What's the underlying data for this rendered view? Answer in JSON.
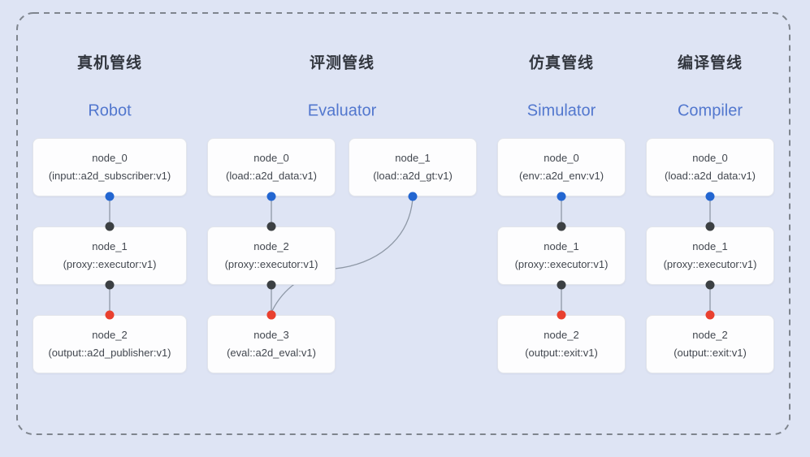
{
  "diagram": {
    "pipelines": [
      {
        "id": "robot",
        "title_zh": "真机管线",
        "title_en": "Robot",
        "nodes": [
          {
            "name": "node_0",
            "type": "(input::a2d_subscriber:v1)"
          },
          {
            "name": "node_1",
            "type": "(proxy::executor:v1)"
          },
          {
            "name": "node_2",
            "type": "(output::a2d_publisher:v1)"
          }
        ],
        "edges": [
          {
            "from": 0,
            "to": 1,
            "from_dot": "blue",
            "to_dot": "black",
            "curved": false
          },
          {
            "from": 1,
            "to": 2,
            "from_dot": "black",
            "to_dot": "red",
            "curved": false
          }
        ]
      },
      {
        "id": "evaluator",
        "title_zh": "评测管线",
        "title_en": "Evaluator",
        "nodes": [
          {
            "name": "node_0",
            "type": "(load::a2d_data:v1)"
          },
          {
            "name": "node_1",
            "type": "(load::a2d_gt:v1)"
          },
          {
            "name": "node_2",
            "type": "(proxy::executor:v1)"
          },
          {
            "name": "node_3",
            "type": "(eval::a2d_eval:v1)"
          }
        ],
        "edges": [
          {
            "from": 0,
            "to": 2,
            "from_dot": "blue",
            "to_dot": "black",
            "curved": false
          },
          {
            "from": 2,
            "to": 3,
            "from_dot": "black",
            "to_dot": "red",
            "curved": false
          },
          {
            "from": 1,
            "to": 3,
            "from_dot": "blue",
            "to_dot": "red",
            "curved": true
          }
        ]
      },
      {
        "id": "simulator",
        "title_zh": "仿真管线",
        "title_en": "Simulator",
        "nodes": [
          {
            "name": "node_0",
            "type": "(env::a2d_env:v1)"
          },
          {
            "name": "node_1",
            "type": "(proxy::executor:v1)"
          },
          {
            "name": "node_2",
            "type": "(output::exit:v1)"
          }
        ],
        "edges": [
          {
            "from": 0,
            "to": 1,
            "from_dot": "blue",
            "to_dot": "black",
            "curved": false
          },
          {
            "from": 1,
            "to": 2,
            "from_dot": "black",
            "to_dot": "red",
            "curved": false
          }
        ]
      },
      {
        "id": "compiler",
        "title_zh": "编译管线",
        "title_en": "Compiler",
        "nodes": [
          {
            "name": "node_0",
            "type": "(load::a2d_data:v1)"
          },
          {
            "name": "node_1",
            "type": "(proxy::executor:v1)"
          },
          {
            "name": "node_2",
            "type": "(output::exit:v1)"
          }
        ],
        "edges": [
          {
            "from": 0,
            "to": 1,
            "from_dot": "blue",
            "to_dot": "black",
            "curved": false
          },
          {
            "from": 1,
            "to": 2,
            "from_dot": "black",
            "to_dot": "red",
            "curved": false
          }
        ]
      }
    ],
    "colors": {
      "background": "#dee4f4",
      "card_bg": "#fdfdfe",
      "card_border": "#e2e5eb",
      "dashed_border": "#7f858e",
      "title": "#32363e",
      "subtitle": "#5277ce",
      "node_text": "#42474f",
      "edge_line": "#8e98a6",
      "dot_blue": "#2366d1",
      "dot_black": "#3c4043",
      "dot_red": "#e9402f"
    }
  }
}
